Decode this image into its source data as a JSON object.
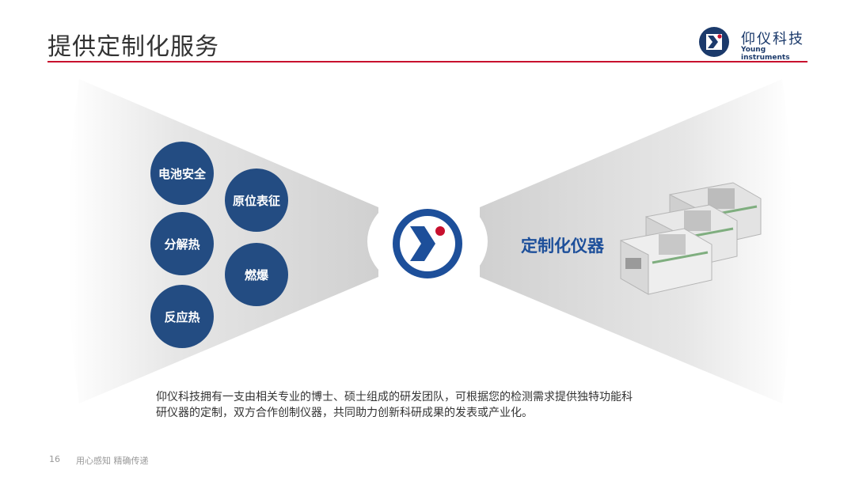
{
  "header": {
    "title": "提供定制化服务",
    "logo": {
      "name_cn": "仰仪科技",
      "name_en": "Young instruments",
      "icon": "young-instruments-logo-icon",
      "colors": {
        "navy": "#1b3a6b",
        "red": "#c8102e"
      }
    }
  },
  "services": [
    {
      "label": "电池安全"
    },
    {
      "label": "原位表征"
    },
    {
      "label": "分解热"
    },
    {
      "label": "燃爆"
    },
    {
      "label": "反应热"
    }
  ],
  "center_icon": "young-instruments-logo-icon",
  "product": {
    "label": "定制化仪器",
    "image": "lab-instrument-line-illustration"
  },
  "description": [
    "仰仪科技拥有一支由相关专业的博士、硕士组成的研发团队，可根据您的检测需求提供独特功能科",
    "研仪器的定制，双方合作创制仪器，共同助力创新科研成果的发表或产业化。"
  ],
  "footer": {
    "page_number": "16",
    "slogan": "用心感知 精确传递"
  },
  "colors": {
    "accent_red": "#c8102e",
    "circle_blue": "#234c82",
    "product_blue": "#1d4f9a"
  }
}
